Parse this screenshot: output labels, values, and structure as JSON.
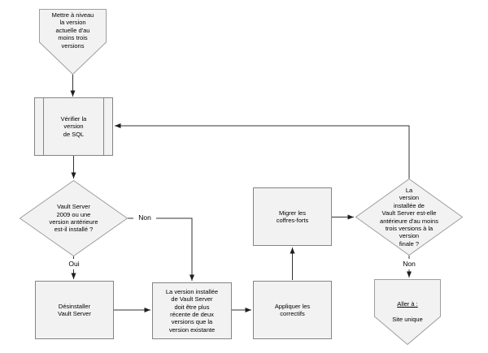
{
  "colors": {
    "shape_fill": "#f2f2f2",
    "box_border": "#848484",
    "polygon_border": "#9e9e9e",
    "connector": "#333333",
    "text": "#000000"
  },
  "nodes": {
    "start": {
      "type": "off-page-connector",
      "label": "Mettre à niveau\nla version\nactuelle d'au\nmoins trois\nversions"
    },
    "verify_sql": {
      "type": "predefined-process",
      "label": "Vérifier la\nversion\nde SQL"
    },
    "decision_vault_2009": {
      "type": "decision",
      "label": "Vault Server\n2009 ou une\nversion antérieure\nest-il installé ?"
    },
    "uninstall_vault": {
      "type": "process",
      "label": "Désinstaller\nVault Server"
    },
    "installed_version_rule": {
      "type": "process",
      "label": "La version installée\nde Vault Server\ndoit être plus\nrécente de deux\nversions que la\nversion existante"
    },
    "apply_patches": {
      "type": "process",
      "label": "Appliquer les\ncorrectifs"
    },
    "migrate_vaults": {
      "type": "process",
      "label": "Migrer les\ncoffres-forts"
    },
    "decision_three_versions": {
      "type": "decision",
      "label": "La\nversion\ninstallée de\nVault Server est-elle\nantérieure d'au moins\ntrois versions à la\nversion\nfinale ?"
    },
    "goto_single_site": {
      "type": "off-page-connector",
      "link_label": "Aller à :",
      "target_label": "Site unique"
    }
  },
  "edge_labels": {
    "decision2009_no": "Non",
    "decision2009_yes": "Oui",
    "decision_final_no": "Non"
  }
}
